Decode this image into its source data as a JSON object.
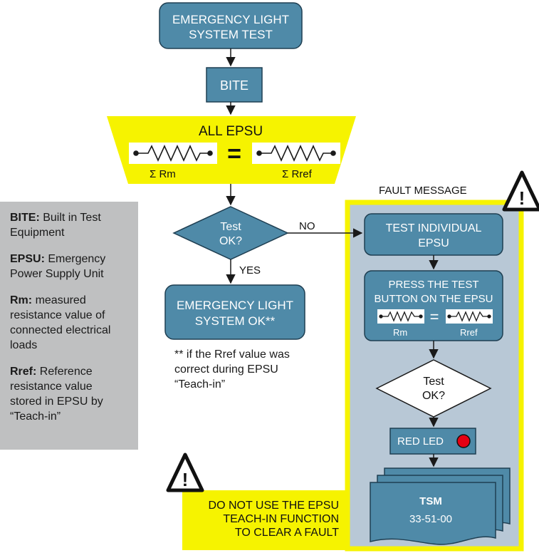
{
  "nodes": {
    "start": [
      "EMERGENCY LIGHT",
      "SYSTEM TEST"
    ],
    "bite": "BITE",
    "all_epsu": "ALL EPSU",
    "sum_rm": "Σ Rm",
    "sum_rref": "Σ Rref",
    "equals": "=",
    "test_ok": [
      "Test",
      "OK?"
    ],
    "system_ok": [
      "EMERGENCY LIGHT",
      "SYSTEM OK**"
    ],
    "test_individual": [
      "TEST INDIVIDUAL",
      "EPSU"
    ],
    "press_test": [
      "PRESS THE TEST",
      "BUTTON ON THE EPSU"
    ],
    "rm": "Rm",
    "rref": "Rref",
    "test_ok_2": [
      "Test",
      "OK?"
    ],
    "red_led": "RED LED",
    "tsm_title": "TSM",
    "tsm_ref": "33-51-00"
  },
  "labels": {
    "no": "NO",
    "yes": "YES",
    "fault_message": "FAULT MESSAGE",
    "warning_icon_glyph": "!"
  },
  "note": {
    "line1": "** if the Rref value was",
    "line2": "correct during EPSU",
    "line3": "“Teach-in”"
  },
  "warning_box": {
    "line1": "DO NOT USE THE EPSU",
    "line2": "TEACH-IN FUNCTION",
    "line3": "TO CLEAR A FAULT"
  },
  "legend": {
    "bite_term": "BITE:",
    "bite_def_1": "Built in Test",
    "bite_def_2": "Equipment",
    "epsu_term": "EPSU:",
    "epsu_def_1": "Emergency",
    "epsu_def_2": "Power Supply Unit",
    "rm_term": "Rm:",
    "rm_def_1": "measured",
    "rm_def_2": "resistance value of",
    "rm_def_3": "connected electrical",
    "rm_def_4": "loads",
    "rref_term": "Rref:",
    "rref_def_1": "Reference",
    "rref_def_2": "resistance value",
    "rref_def_3": "stored in EPSU by",
    "rref_def_4": "“Teach-in”"
  },
  "colors": {
    "box_fill": "#4f8aa8",
    "box_stroke": "#1f3f52",
    "yellow": "#f6f300",
    "panel_blue": "#b8c8d6",
    "legend_gray": "#bfc0c1",
    "led_red": "#e60012"
  },
  "icons": {
    "warning": "warning-triangle-icon",
    "resistor": "resistor-icon",
    "led": "red-led-icon"
  }
}
